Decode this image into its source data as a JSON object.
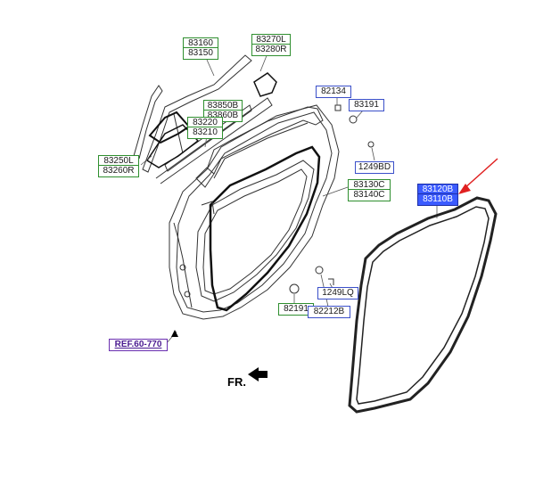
{
  "parts": {
    "p83160": "83160",
    "p83150": "83150",
    "p83270L": "83270L",
    "p83280R": "83280R",
    "p82134": "82134",
    "p83191": "83191",
    "p83850B": "83850B",
    "p83860B": "83860B",
    "p83220": "83220",
    "p83210": "83210",
    "p83250L": "83250L",
    "p83260R": "83260R",
    "p1249BD": "1249BD",
    "p83130C": "83130C",
    "p83140C": "83140C",
    "p83120B": "83120B",
    "p83110B": "83110B",
    "p1249LQ": "1249LQ",
    "p82191": "82191",
    "p82212B": "82212B"
  },
  "ref_label": "REF.60-770",
  "front_label": "FR.",
  "colors": {
    "green_border": "#2f8f2f",
    "blue_border": "#3a4fc9",
    "highlight": "#3b5bff",
    "arrow": "#e02020",
    "ref_text": "#4a1a90"
  }
}
